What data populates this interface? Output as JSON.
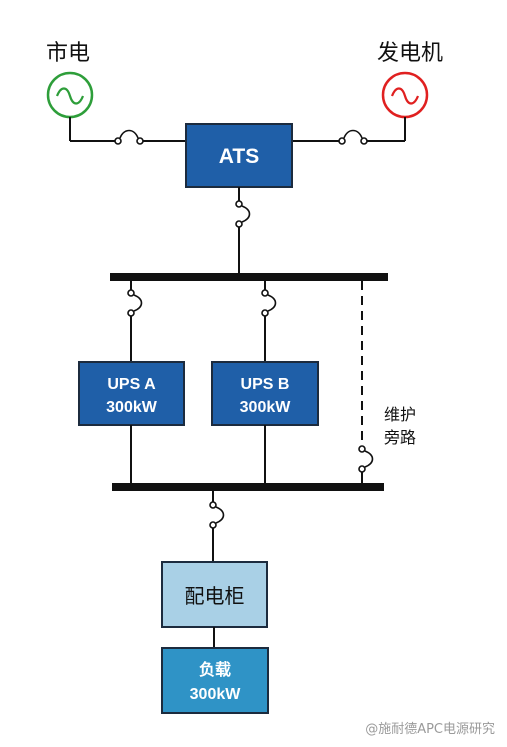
{
  "sources": {
    "grid": {
      "label": "市电",
      "color": "#2e9e3a"
    },
    "generator": {
      "label": "发电机",
      "color": "#e02020"
    }
  },
  "ats": {
    "label": "ATS"
  },
  "ups_a": {
    "line1": "UPS A",
    "line2": "300kW"
  },
  "ups_b": {
    "line1": "UPS B",
    "line2": "300kW"
  },
  "bypass": {
    "line1": "维护",
    "line2": "旁路"
  },
  "distribution_cabinet": {
    "label": "配电柜"
  },
  "load": {
    "line1": "负载",
    "line2": "300kW"
  },
  "watermark": {
    "text": "@施耐德APC电源研究"
  },
  "colors": {
    "box_dark": "#1f5fa8",
    "box_medium": "#2f93c6",
    "box_light": "#a9d0e6",
    "line": "#111111"
  }
}
